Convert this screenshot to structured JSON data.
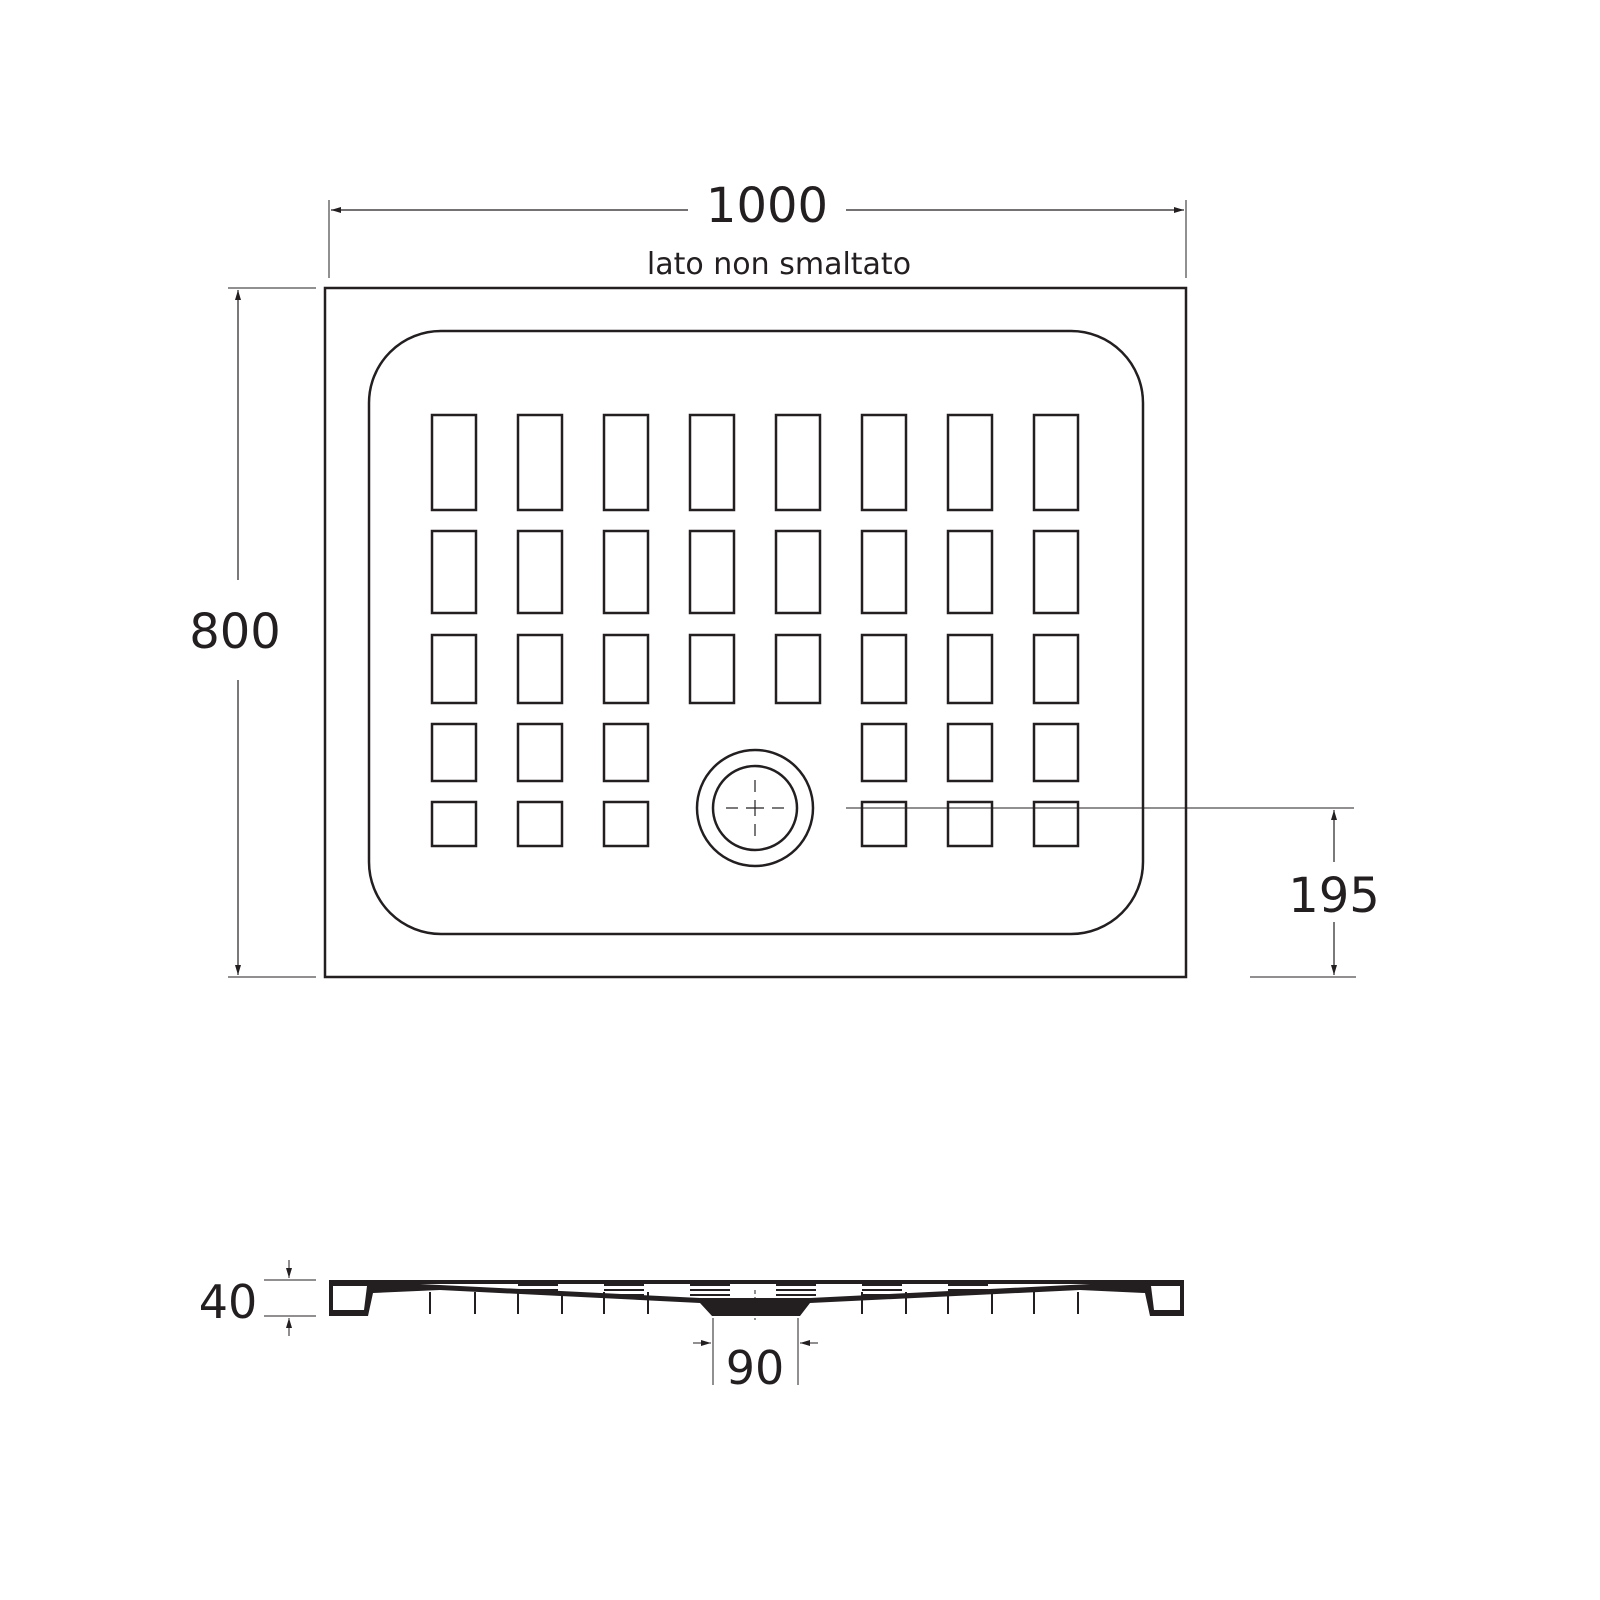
{
  "dimensions": {
    "width": "1000",
    "width_note": "lato non smaltato",
    "length": "800",
    "drain_offset": "195",
    "height": "40",
    "drain_diameter": "90"
  },
  "colors": {
    "line": "#231f20",
    "background": "#ffffff"
  },
  "grid": {
    "columns": 8,
    "rows": 5,
    "drain_position": "bottom-center"
  }
}
